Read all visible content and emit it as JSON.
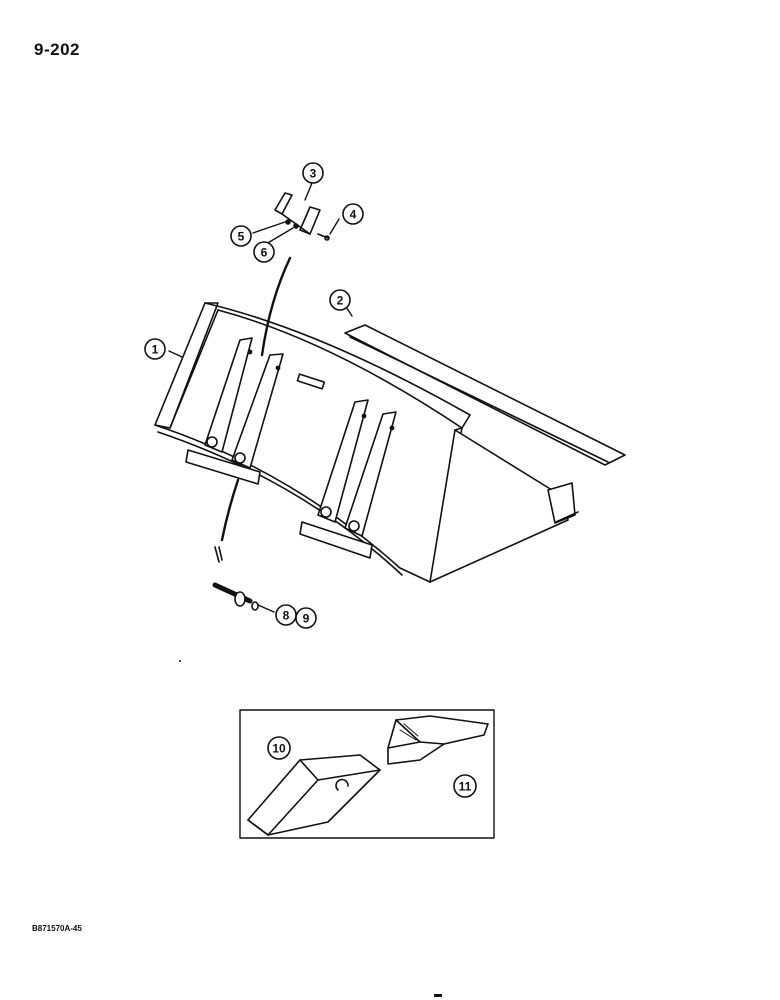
{
  "page_number": "9-202",
  "figure_code": "B871570A-45",
  "callouts": {
    "c1": "1",
    "c2": "2",
    "c3": "3",
    "c4": "4",
    "c5": "5",
    "c6": "6",
    "c8": "8",
    "c9": "9",
    "c10": "10",
    "c11": "11"
  },
  "colors": {
    "ink": "#111111",
    "paper": "#ffffff"
  }
}
